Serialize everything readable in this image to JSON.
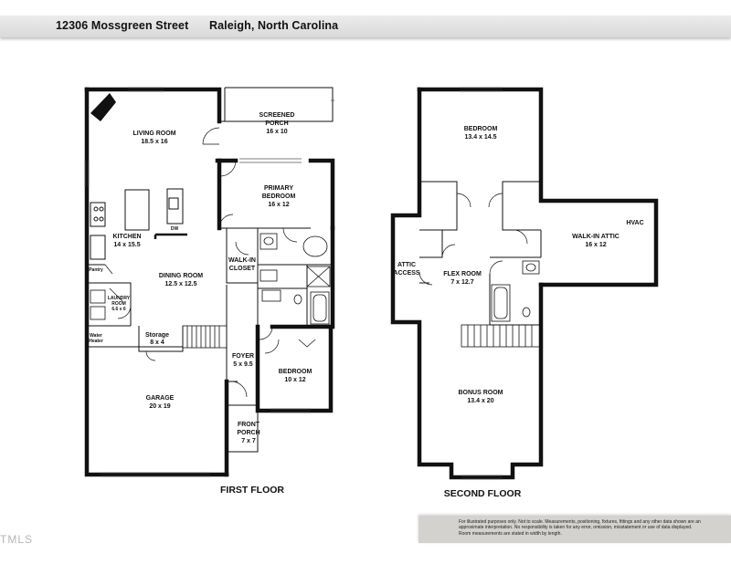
{
  "header": {
    "address": "12306 Mossgreen Street",
    "city": "Raleigh, North Carolina"
  },
  "first_floor": {
    "title": "FIRST FLOOR",
    "rooms": {
      "living": {
        "name": "LIVING ROOM",
        "dims": "18.5 x 16"
      },
      "screened_porch": {
        "name1": "SCREENED",
        "name2": "PORCH",
        "dims": "16 x 10"
      },
      "primary_bedroom": {
        "name1": "PRIMARY",
        "name2": "BEDROOM",
        "dims": "16 x 12"
      },
      "kitchen": {
        "name": "KITCHEN",
        "dims": "14 x 15.5"
      },
      "dw": "DW",
      "walk_in_closet": {
        "name1": "WALK-IN",
        "name2": "CLOSET"
      },
      "pantry": "Pantry",
      "dining": {
        "name": "DINING ROOM",
        "dims": "12.5 x 12.5"
      },
      "laundry": {
        "name1": "LAUNDRY",
        "name2": "ROOM",
        "dims": "6.6 x 6"
      },
      "water_heater": {
        "name1": "Water",
        "name2": "Heater"
      },
      "storage": {
        "name": "Storage",
        "dims": "8 x 4"
      },
      "foyer": {
        "name": "FOYER",
        "dims": "5 x 9.5"
      },
      "bedroom": {
        "name": "BEDROOM",
        "dims": "10 x 12"
      },
      "garage": {
        "name": "GARAGE",
        "dims": "20 x 19"
      },
      "front_porch": {
        "name1": "FRONT",
        "name2": "PORCH",
        "dims": "7 x 7"
      }
    }
  },
  "second_floor": {
    "title": "SECOND FLOOR",
    "rooms": {
      "bedroom": {
        "name": "BEDROOM",
        "dims": "13.4 x 14.5"
      },
      "hvac": "HVAC",
      "walk_in_attic": {
        "name": "WALK-IN ATTIC",
        "dims": "16 x 12"
      },
      "attic_access": {
        "name1": "ATTIC",
        "name2": "ACCESS"
      },
      "flex": {
        "name": "FLEX ROOM",
        "dims": "7 x 12.7"
      },
      "bonus": {
        "name": "BONUS ROOM",
        "dims": "13.4 x 20"
      }
    }
  },
  "disclaimer": {
    "line1": "For illustrated purposes only. Not to scale. Measurements, positioning, fixtures, fittings and any other data shown are an",
    "line2": "approximate interpretation. No responsibility is taken for any error, omission, misstatement or use of data displayed.",
    "line3": "Room measurements are stated in width by length."
  },
  "logo": "TMLS"
}
